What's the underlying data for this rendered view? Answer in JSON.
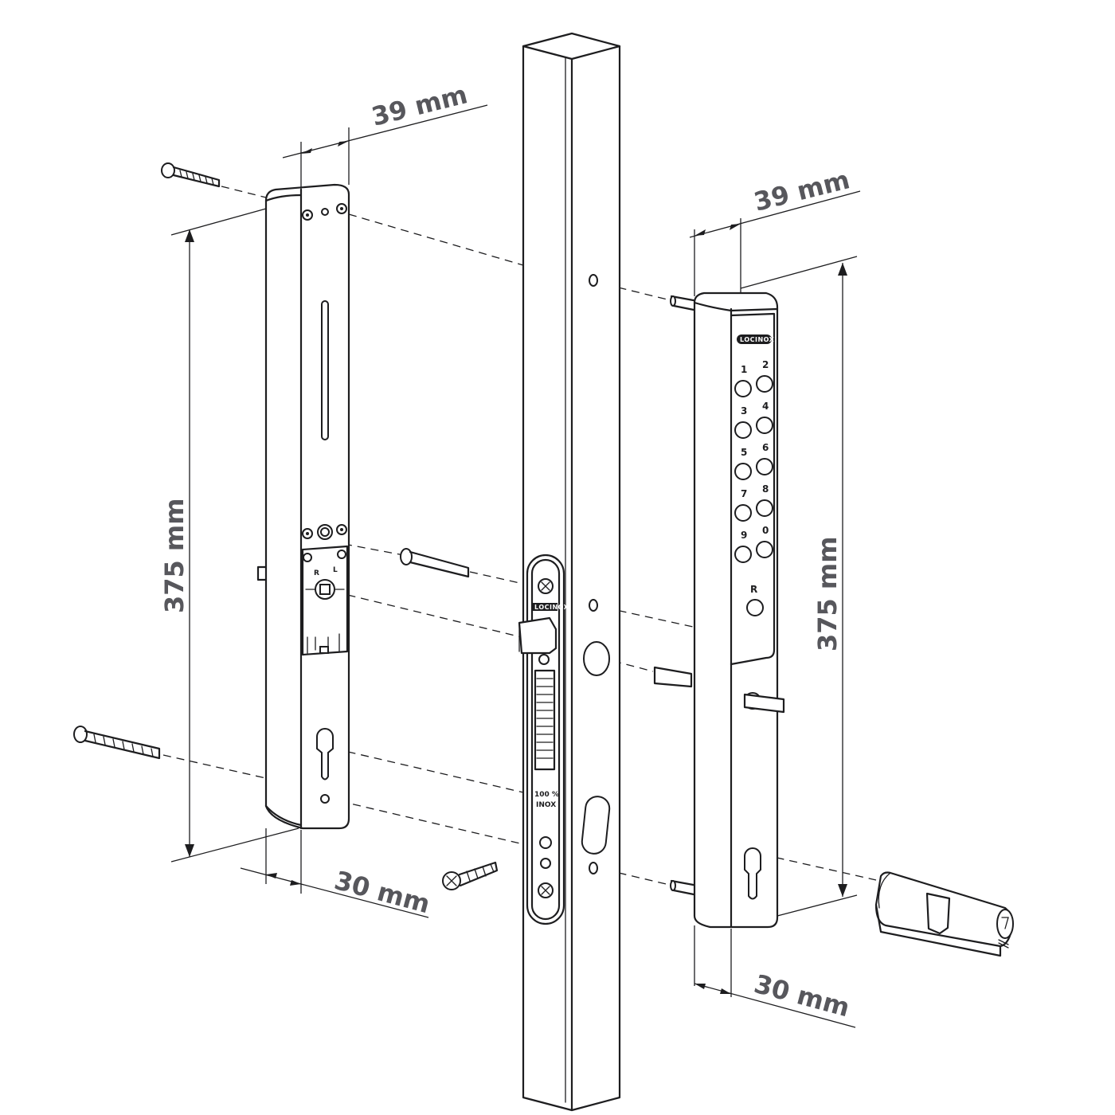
{
  "dimensions": {
    "left_width_top": "39 mm",
    "left_height": "375 mm",
    "left_width_bottom": "30 mm",
    "right_width_top": "39 mm",
    "right_height": "375 mm",
    "right_width_bottom": "30 mm"
  },
  "keypad": {
    "keys": [
      "1",
      "2",
      "3",
      "4",
      "5",
      "6",
      "7",
      "8",
      "9",
      "0"
    ],
    "reset": "R"
  },
  "brand": {
    "keypad": "LOCINOX",
    "plate": "LOCINOX"
  },
  "inner_unit": {
    "dir_right": "R",
    "dir_left": "L"
  },
  "plate_text": {
    "line1": "100 %",
    "line2": "INOX"
  },
  "icons": [
    "screw-icon",
    "cylinder-icon",
    "keypad-icon"
  ]
}
